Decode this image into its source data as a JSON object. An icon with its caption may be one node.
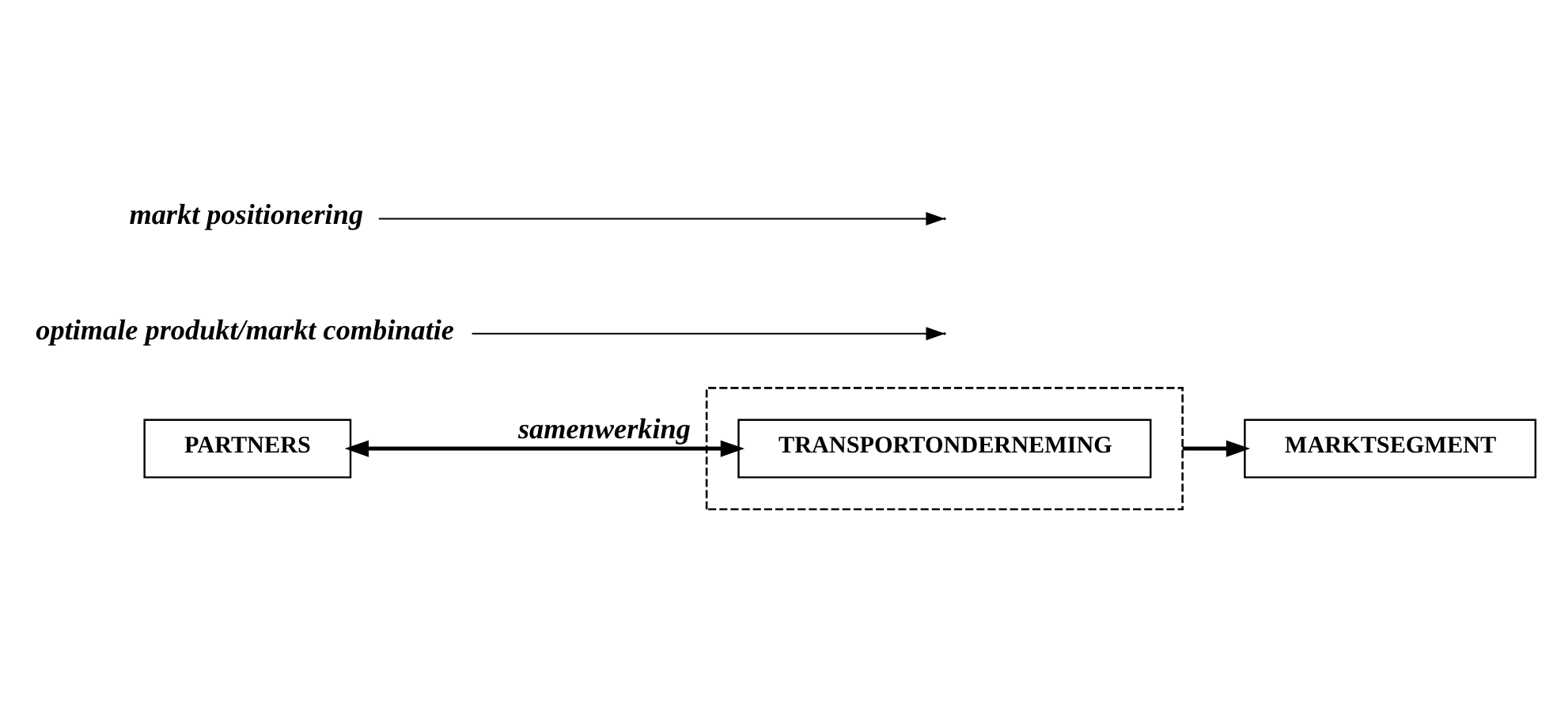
{
  "diagram": {
    "nodes": [
      {
        "text": [],
        "shape": "box"
      },
      {
        "text": [
          "PARTNERS"
        ]
      },
      {
        "text": [
          "TRANSPORTONDERNEMING"
        ],
        "in": 0
      },
      {
        "text": [
          "MARKTSEGMENT"
        ]
      },
      {
        "text": [
          "optimale produkt/markt combinatie"
        ]
      },
      {
        "text": [
          "markt positionering"
        ]
      }
    ],
    "edges": [
      {
        "from": 1,
        "to": 2,
        "arrow": "both",
        "style": "thick",
        "label": "samenwerking"
      },
      {
        "from": 0,
        "to": 3,
        "arrow": "to",
        "style": "thick"
      },
      {
        "from": 4,
        "to": null,
        "arrow": "to"
      },
      {
        "from": 5,
        "to": null,
        "arrow": "to"
      }
    ]
  }
}
